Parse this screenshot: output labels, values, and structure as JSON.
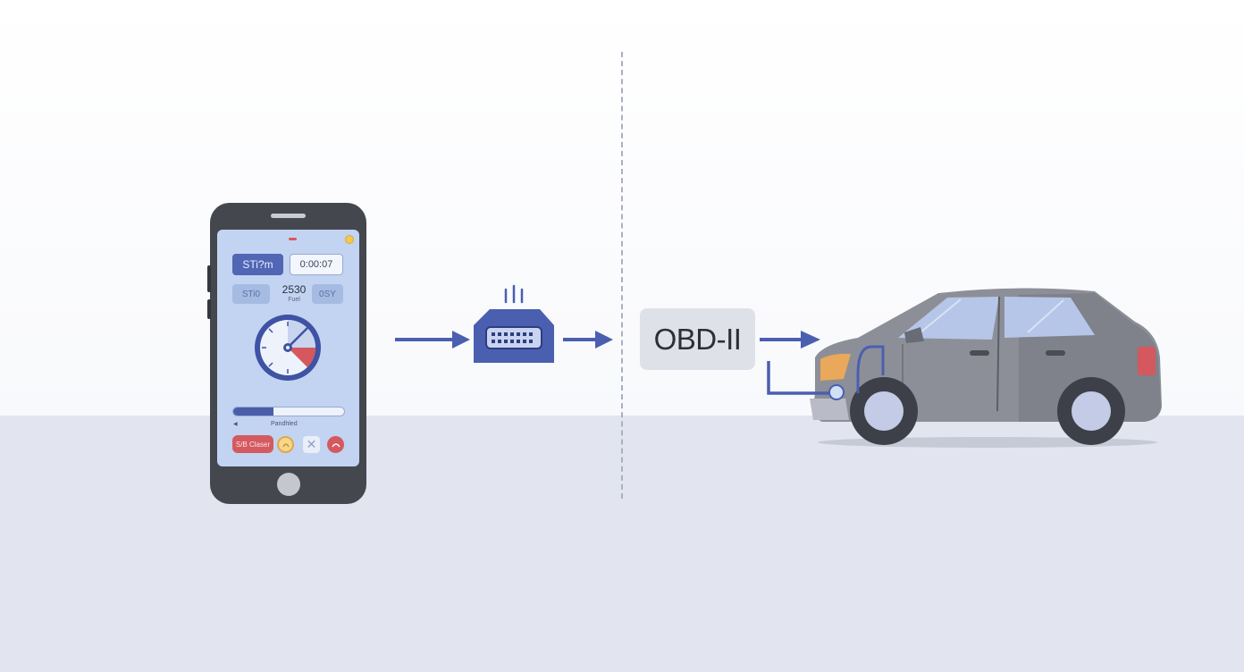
{
  "colors": {
    "accent": "#4a5fb0",
    "phone_body": "#45474f",
    "screen": "#c2d4f1",
    "car_body": "#8d8f98",
    "alert_red": "#d45a60",
    "ground": "#e2e5ef"
  },
  "phone": {
    "primary_chip": "STi?m",
    "timer": "0:00:07",
    "left_chip": "STi0",
    "reading_value": "2530",
    "reading_unit": "Fuel",
    "right_chip": "0SY",
    "progress_fraction": 0.36,
    "progress_label": "Pandhled",
    "action_button": "S/B Claser",
    "icons": [
      "coin-icon",
      "close-icon",
      "alert-icon"
    ]
  },
  "adapter": {
    "icon": "obd-adapter-icon",
    "signal_icon": "signal-waves-icon"
  },
  "connector_label": "OBD-II",
  "car": {
    "icon": "car-icon"
  }
}
